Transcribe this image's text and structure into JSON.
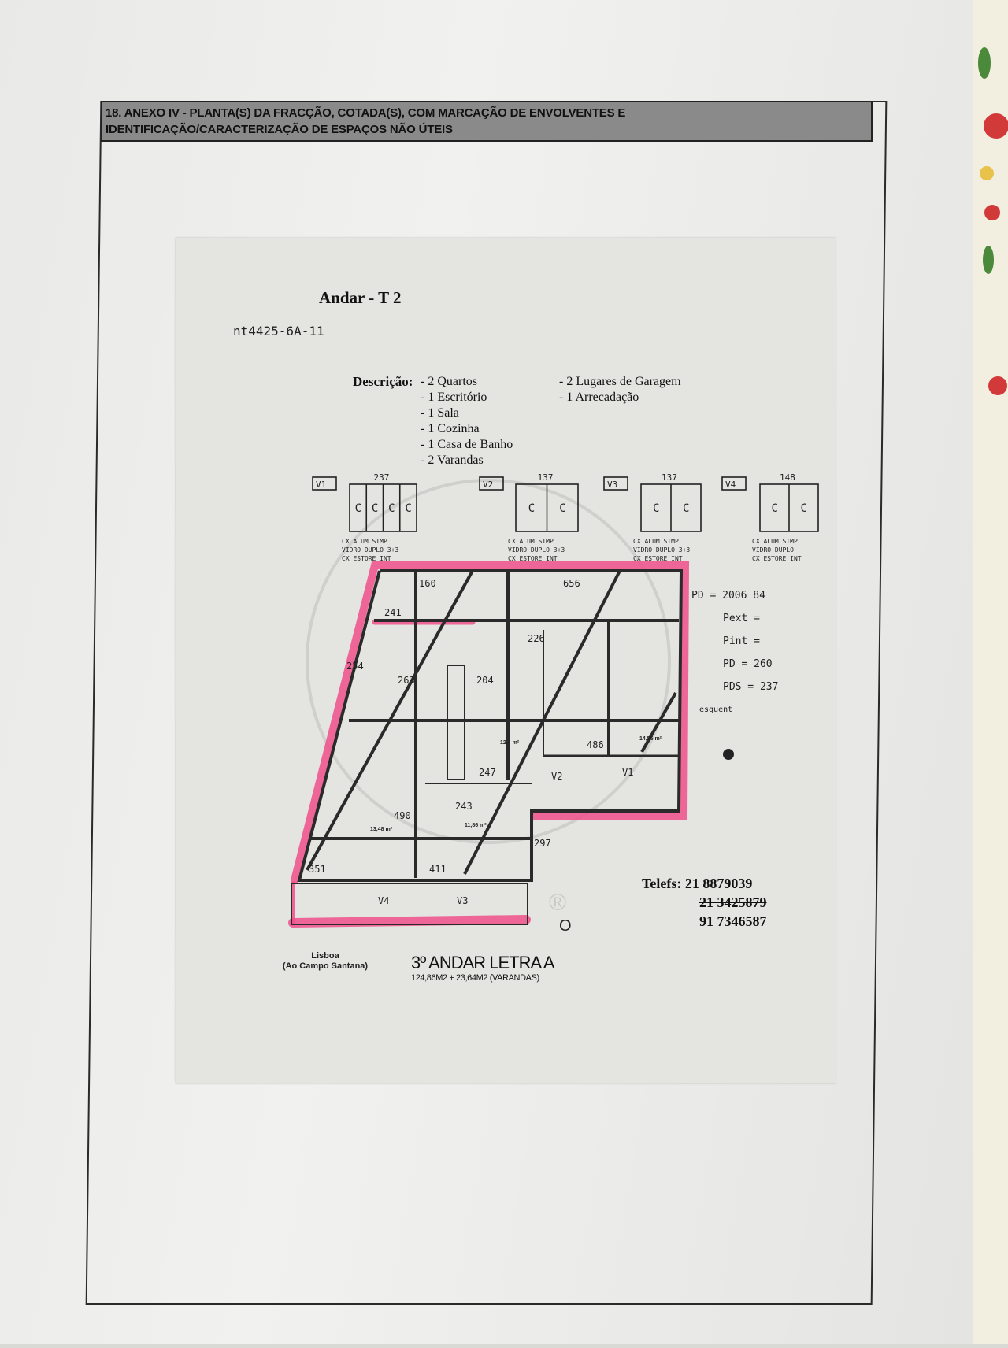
{
  "header": {
    "line1": "18. ANEXO IV - PLANTA(S) DA FRACÇÃO, COTADA(S), COM MARCAÇÃO DE ENVOLVENTES E",
    "line2": "IDENTIFICAÇÃO/CARACTERIZAÇÃO DE ESPAÇOS NÃO ÚTEIS"
  },
  "plan": {
    "title": "Andar - T 2",
    "handwritten_ref": "nt4425-6A-11",
    "description_label": "Descrição:",
    "items_left": [
      "- 2 Quartos",
      "- 1 Escritório",
      "- 1 Sala",
      "- 1 Cozinha",
      "- 1 Casa de Banho",
      "- 2 Varandas"
    ],
    "items_right": [
      "- 2 Lugares de Garagem",
      "- 1 Arrecadação"
    ],
    "windows": [
      {
        "label": "V1",
        "width": "237",
        "panes": [
          "C",
          "C",
          "C",
          "C"
        ],
        "notes": [
          "CX ALUM SIMP",
          "VIDRO DUPLO 3+3",
          "CX ESTORE INT"
        ]
      },
      {
        "label": "V2",
        "width": "137",
        "panes": [
          "C",
          "C"
        ],
        "notes": [
          "CX ALUM SIMP",
          "VIDRO DUPLO 3+3",
          "CX ESTORE INT"
        ]
      },
      {
        "label": "V3",
        "width": "137",
        "panes": [
          "C",
          "C"
        ],
        "notes": [
          "CX ALUM SIMP",
          "VIDRO DUPLO 3+3",
          "CX ESTORE INT"
        ]
      },
      {
        "label": "V4",
        "width": "148",
        "panes": [
          "C",
          "C"
        ],
        "notes": [
          "CX ALUM SIMP",
          "VIDRO DUPLO",
          "CX ESTORE INT"
        ]
      }
    ],
    "dims": [
      "160",
      "656",
      "241",
      "226",
      "254",
      "263",
      "204",
      "486",
      "247",
      "243",
      "490",
      "297",
      "351",
      "411",
      "V1",
      "V2",
      "V3",
      "V4"
    ],
    "areas": [
      "12,4 m²",
      "14,55 m²",
      "13,48 m²",
      "11,86 m²"
    ],
    "notes": [
      "PD = 2006 84",
      "Pext =",
      "Pint =",
      "PD = 260",
      "PDS = 237",
      "esquent"
    ],
    "phones_label": "Telefs:",
    "phones": [
      "21 8879039",
      "21 3425879",
      "91 7346587"
    ],
    "location_line1": "Lisboa",
    "location_line2": "(Ao Campo Santana)",
    "unit_title": "3º ANDAR LETRA A",
    "unit_area": "124,86M2 + 23,64M2 (VARANDAS)",
    "registered_mark": "®",
    "circle_mark": "O"
  },
  "colors": {
    "highlight": "#f0508a",
    "header_bg": "#8a8a8a"
  }
}
